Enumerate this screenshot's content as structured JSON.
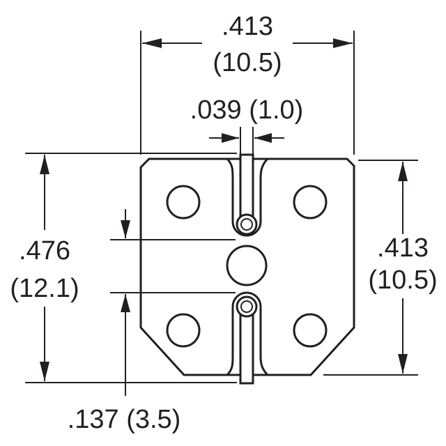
{
  "dimensions": {
    "top_width": {
      "inch": ".413",
      "mm": "(10.5)"
    },
    "lead_width": {
      "label": ".039 (1.0)"
    },
    "left_height": {
      "inch": ".476",
      "mm": "(12.1)"
    },
    "right_height": {
      "inch": ".413",
      "mm": "(10.5)"
    },
    "lead_spacing": {
      "label": ".137 (3.5)"
    }
  },
  "colors": {
    "line": "#231f20",
    "background": "#ffffff"
  }
}
